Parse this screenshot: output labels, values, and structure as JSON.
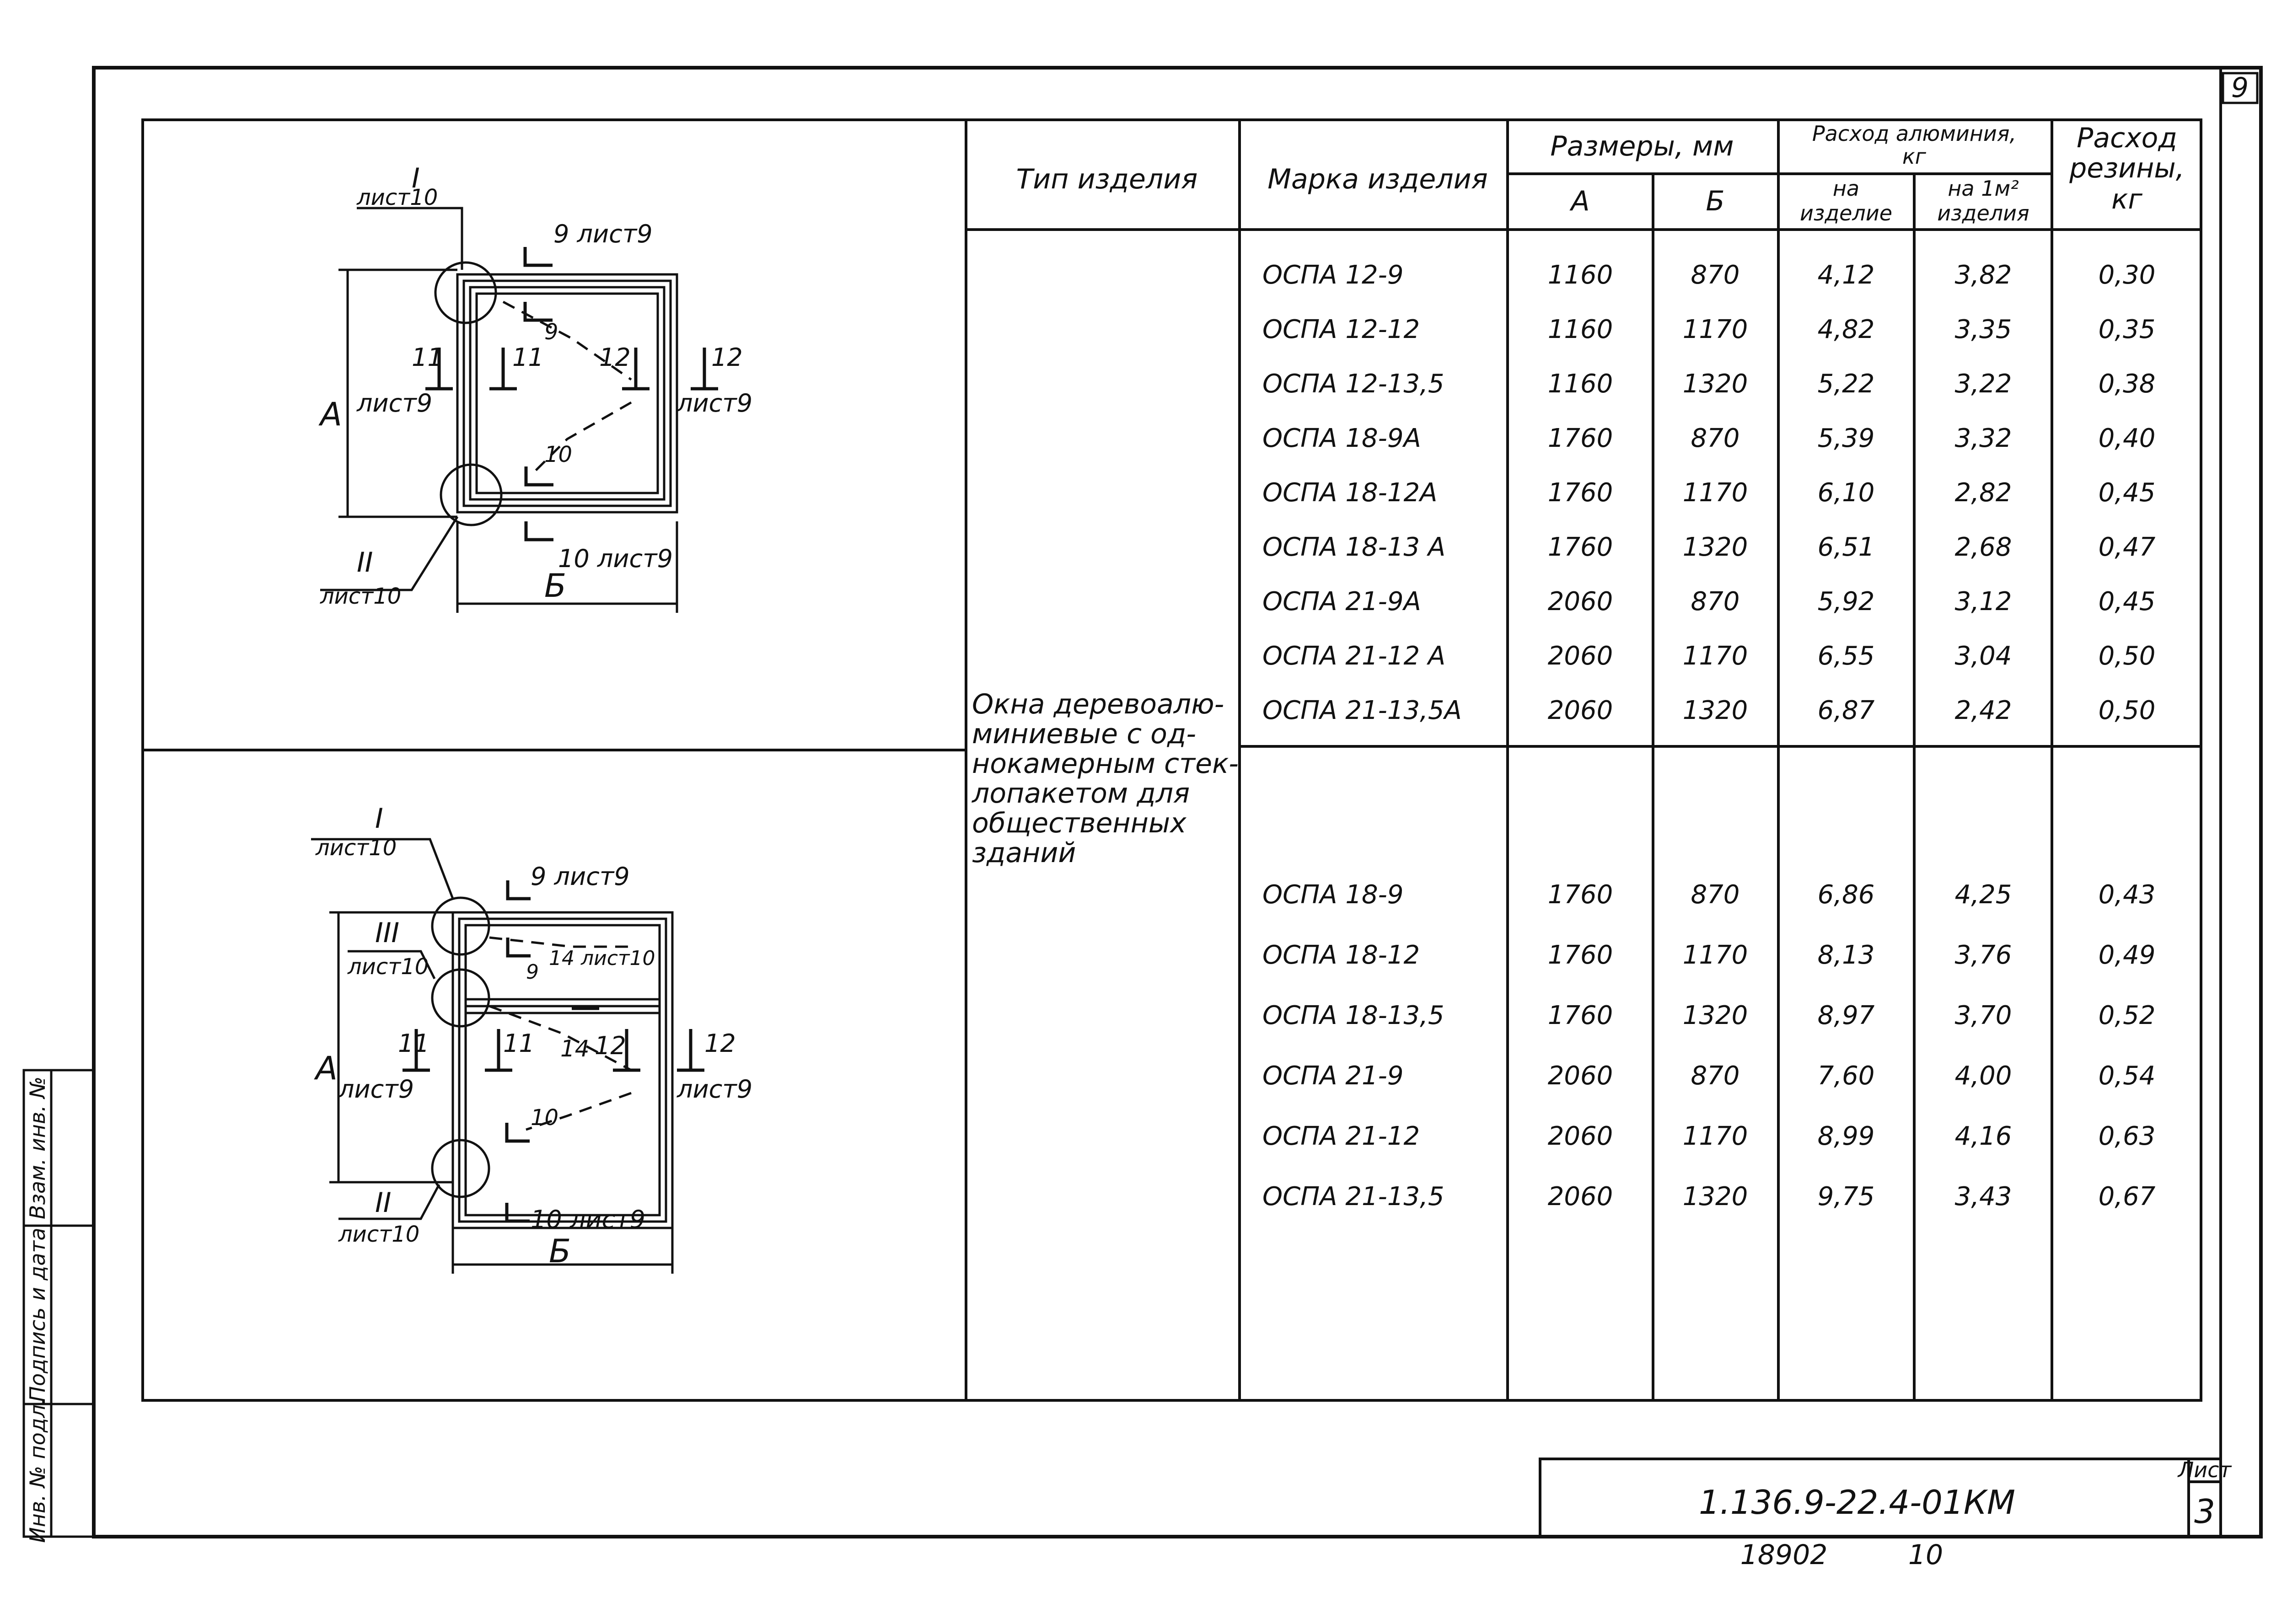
{
  "sheet_number_top": "9",
  "header": {
    "type": "Тип изделия",
    "mark": "Марка изделия",
    "dims": "Размеры, мм",
    "dim_a": "А",
    "dim_b": "Б",
    "alum_line1": "Расход алюминия,",
    "alum_line2": "кг",
    "alum_item_1": "на",
    "alum_item_2": "изделие",
    "alum_m2_1": "на 1м²",
    "alum_m2_2": "изделия",
    "rubber_1": "Расход",
    "rubber_2": "резины,",
    "rubber_3": "кг"
  },
  "type_text": [
    "Окна деревоалю-",
    "миниевые с од-",
    "нокамерным стек-",
    "лопакетом для",
    "общественных",
    "зданий"
  ],
  "rows_group1": [
    [
      "ОСПА 12-9",
      "1160",
      "870",
      "4,12",
      "3,82",
      "0,30"
    ],
    [
      "ОСПА 12-12",
      "1160",
      "1170",
      "4,82",
      "3,35",
      "0,35"
    ],
    [
      "ОСПА 12-13,5",
      "1160",
      "1320",
      "5,22",
      "3,22",
      "0,38"
    ],
    [
      "ОСПА 18-9А",
      "1760",
      "870",
      "5,39",
      "3,32",
      "0,40"
    ],
    [
      "ОСПА 18-12А",
      "1760",
      "1170",
      "6,10",
      "2,82",
      "0,45"
    ],
    [
      "ОСПА 18-13 А",
      "1760",
      "1320",
      "6,51",
      "2,68",
      "0,47"
    ],
    [
      "ОСПА 21-9А",
      "2060",
      "870",
      "5,92",
      "3,12",
      "0,45"
    ],
    [
      "ОСПА 21-12 А",
      "2060",
      "1170",
      "6,55",
      "3,04",
      "0,50"
    ],
    [
      "ОСПА 21-13,5А",
      "2060",
      "1320",
      "6,87",
      "2,42",
      "0,50"
    ]
  ],
  "rows_group2": [
    [
      "ОСПА 18-9",
      "1760",
      "870",
      "6,86",
      "4,25",
      "0,43"
    ],
    [
      "ОСПА 18-12",
      "1760",
      "1170",
      "8,13",
      "3,76",
      "0,49"
    ],
    [
      "ОСПА 18-13,5",
      "1760",
      "1320",
      "8,97",
      "3,70",
      "0,52"
    ],
    [
      "ОСПА 21-9",
      "2060",
      "870",
      "7,60",
      "4,00",
      "0,54"
    ],
    [
      "ОСПА 21-12",
      "2060",
      "1170",
      "8,99",
      "4,16",
      "0,63"
    ],
    [
      "ОСПА 21-13,5",
      "2060",
      "1320",
      "9,75",
      "3,43",
      "0,67"
    ]
  ],
  "drawing1": {
    "ref_I": "I",
    "ref_I_sheet": "лист10",
    "ref_II": "II",
    "ref_II_sheet": "лист10",
    "sec9": "9 лист9",
    "sec9_b": "9",
    "sec10": "10 лист9",
    "sec10_b": "10",
    "sec11": "11",
    "sec11_sheet": "лист9",
    "sec11_b": "11",
    "sec12": "12",
    "sec12_sheet": "лист9",
    "sec12_b": "12",
    "dim_a": "А",
    "dim_b": "Б"
  },
  "drawing2": {
    "ref_I": "I",
    "ref_I_sheet": "лист10",
    "ref_III": "III",
    "ref_III_sheet": "лист10",
    "ref_II": "II",
    "ref_II_sheet": "лист10",
    "sec9": "9 лист9",
    "sec9_b": "9",
    "sec14": "14 лист10",
    "sec14_b": "14",
    "sec10": "10 лист9",
    "sec10_b": "10",
    "sec11": "11",
    "sec11_sheet": "лист9",
    "sec11_b": "11",
    "sec12": "12",
    "sec12_sheet": "лист9",
    "sec12_b": "12",
    "dim_a": "А",
    "dim_b": "Б"
  },
  "side_stamp": [
    "Взам. инв. №",
    "Подпись и дата",
    "Инв. № подл."
  ],
  "title_block": {
    "doc_code": "1.136.9-22.4-01КМ",
    "sheet_label": "Лист",
    "sheet_number": "3"
  },
  "footer": {
    "num": "18902",
    "page": "10"
  }
}
